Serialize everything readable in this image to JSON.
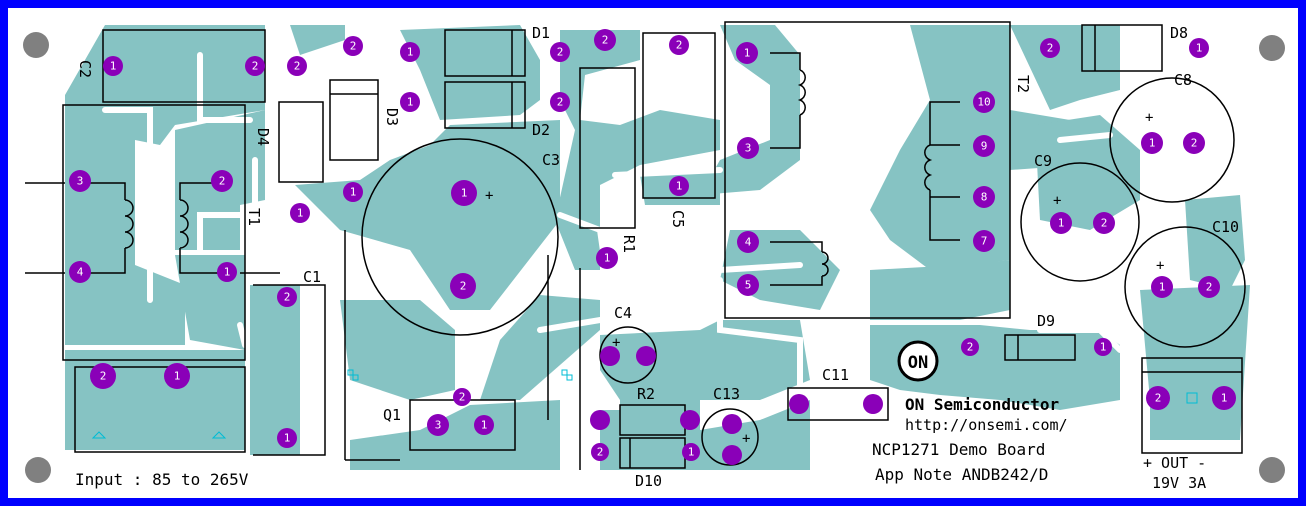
{
  "colors": {
    "frame": "#0000ff",
    "copper": "#86c3c3",
    "pad": "#8a00b8",
    "silkscreen": "#000000",
    "background": "#ffffff"
  },
  "labels": {
    "C1": "C1",
    "C2": "C2",
    "C3": "C3",
    "C4": "C4",
    "C5": "C5",
    "C8": "C8",
    "C9": "C9",
    "C10": "C10",
    "C11": "C11",
    "C13": "C13",
    "D1": "D1",
    "D2": "D2",
    "D3": "D3",
    "D4": "D4",
    "D8": "D8",
    "D9": "D9",
    "D10": "D10",
    "T1": "T1",
    "T2": "T2",
    "R1": "R1",
    "R2": "R2",
    "Q1": "Q1"
  },
  "text": {
    "input": "Input : 85 to 265V",
    "company": "ON Semiconductor",
    "logo": "ON",
    "url": "http://onsemi.com/",
    "board": "NCP1271 Demo Board",
    "appnote": "App Note ANDB242/D",
    "output_polarity": "+  OUT  -",
    "output_rating": "19V  3A"
  }
}
